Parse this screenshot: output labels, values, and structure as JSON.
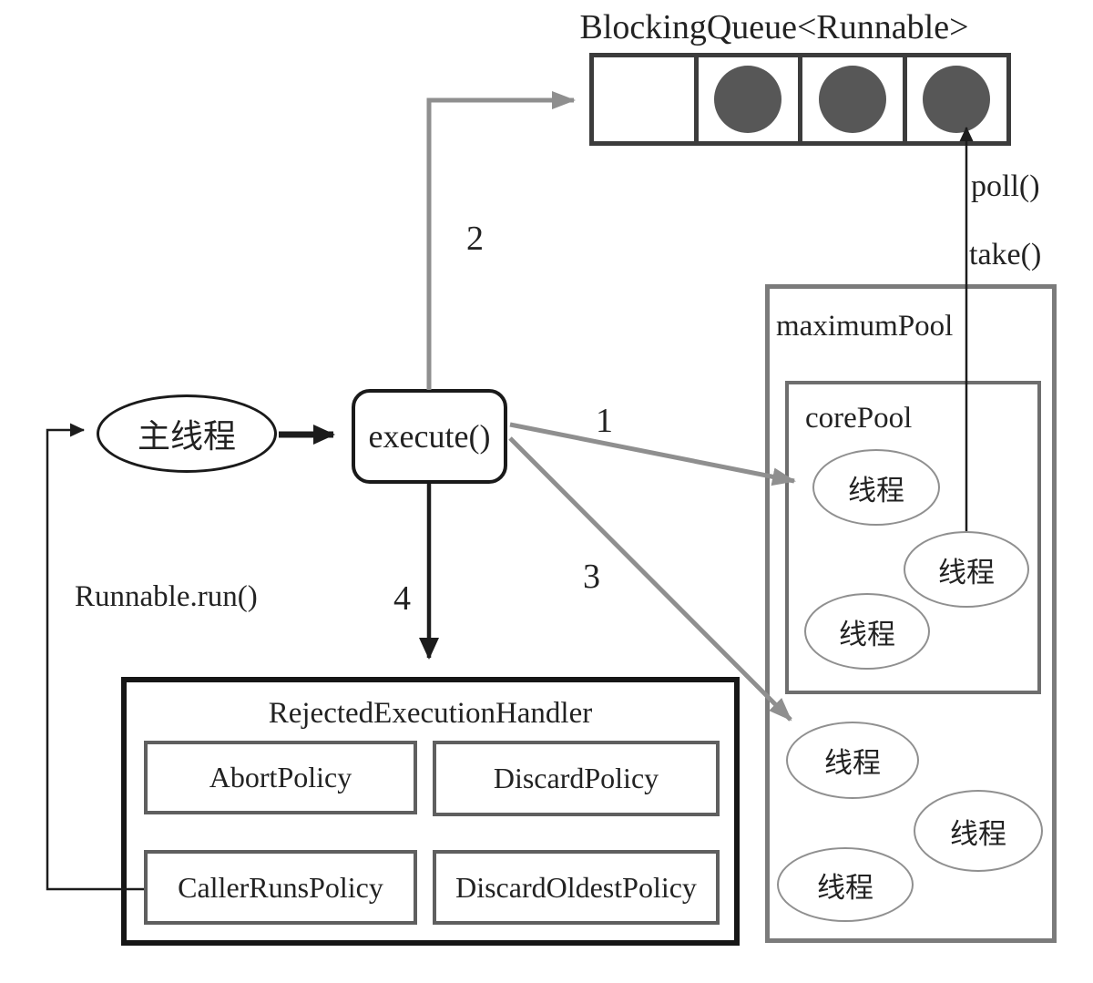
{
  "queue": {
    "title": "BlockingQueue<Runnable>",
    "cells": [
      {
        "state": "empty"
      },
      {
        "state": "task"
      },
      {
        "state": "task"
      },
      {
        "state": "task"
      }
    ]
  },
  "main_thread": {
    "label": "主线程"
  },
  "execute_box": {
    "label": "execute()"
  },
  "steps": {
    "one": "1",
    "two": "2",
    "three": "3",
    "four": "4"
  },
  "queue_ops": {
    "poll": "poll()",
    "take": "take()"
  },
  "runnable_label": "Runnable.run()",
  "maximum_pool": {
    "title": "maximumPool",
    "core_pool": {
      "title": "corePool",
      "threads": [
        {
          "label": "线程"
        },
        {
          "label": "线程"
        },
        {
          "label": "线程"
        }
      ]
    },
    "threads": [
      {
        "label": "线程"
      },
      {
        "label": "线程"
      },
      {
        "label": "线程"
      }
    ]
  },
  "handler": {
    "title": "RejectedExecutionHandler",
    "policies": [
      {
        "label": "AbortPolicy"
      },
      {
        "label": "DiscardPolicy"
      },
      {
        "label": "CallerRunsPolicy"
      },
      {
        "label": "DiscardOldestPolicy"
      }
    ]
  },
  "colors": {
    "arrow_gray": "#8f8f8f",
    "line_black": "#1c1c1c",
    "queue_border": "#3c3c3c",
    "task_fill": "#575757",
    "pool_border": "#7b7b7b",
    "text": "#222222"
  }
}
